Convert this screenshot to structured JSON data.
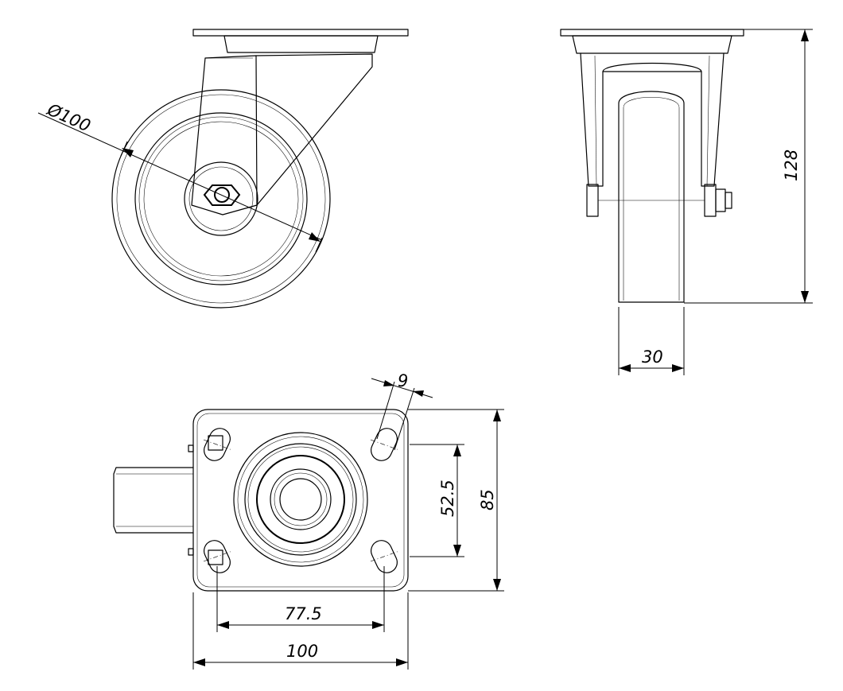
{
  "dimensions": {
    "wheel_diameter": "Ø100",
    "overall_height": "128",
    "wheel_width": "30",
    "slot_width": "9",
    "hole_spacing_vertical": "52.5",
    "plate_width": "85",
    "hole_spacing_horizontal": "77.5",
    "plate_length": "100"
  }
}
